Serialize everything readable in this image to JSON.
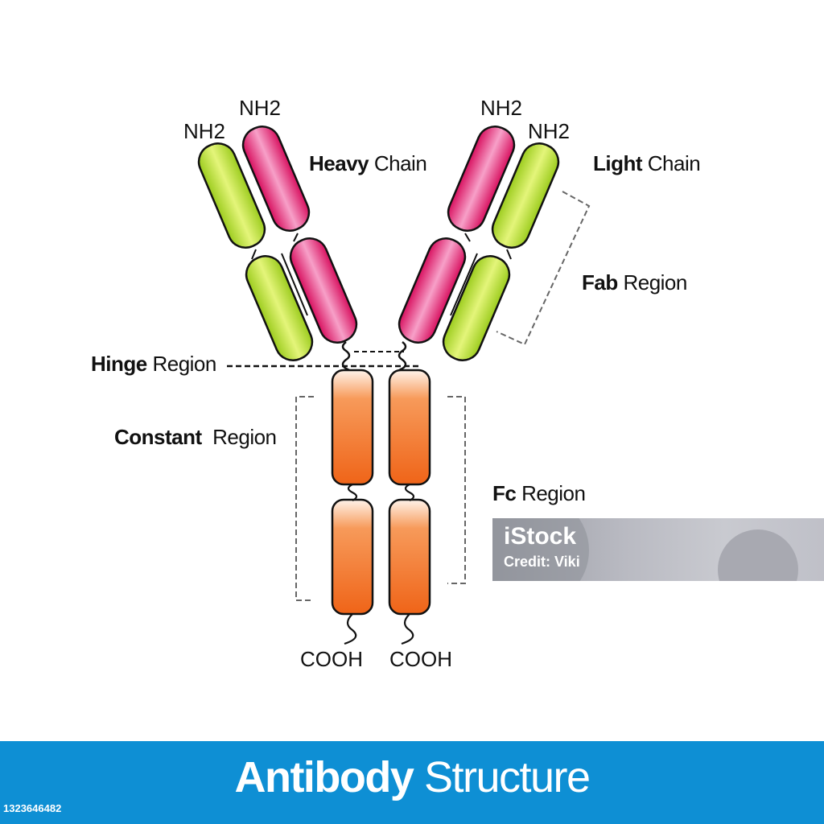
{
  "labels": {
    "nh2_left_outer": "NH2",
    "nh2_left_inner": "NH2",
    "nh2_right_inner": "NH2",
    "nh2_right_outer": "NH2",
    "heavy_bold": "Heavy",
    "heavy_rest": " Chain",
    "light_bold": "Light",
    "light_rest": " Chain",
    "fab_bold": "Fab",
    "fab_rest": " Region",
    "hinge_bold": "Hinge",
    "hinge_rest": " Region",
    "constant_bold": "Constant",
    "constant_rest": "  Region",
    "fc_bold": "Fc",
    "fc_rest": " Region",
    "cooh_left": "COOH",
    "cooh_right": "COOH"
  },
  "footer": {
    "title_bold": "Antibody",
    "title_rest": " Structure",
    "image_id": "1323646482"
  },
  "watermark": {
    "logo": "iStock",
    "credit": "Credit: Viki"
  },
  "colors": {
    "heavy_chain": "#e8186f",
    "light_chain": "#a8d42a",
    "constant_region": "#f26a1b",
    "footer_band": "#0e8fd4"
  }
}
